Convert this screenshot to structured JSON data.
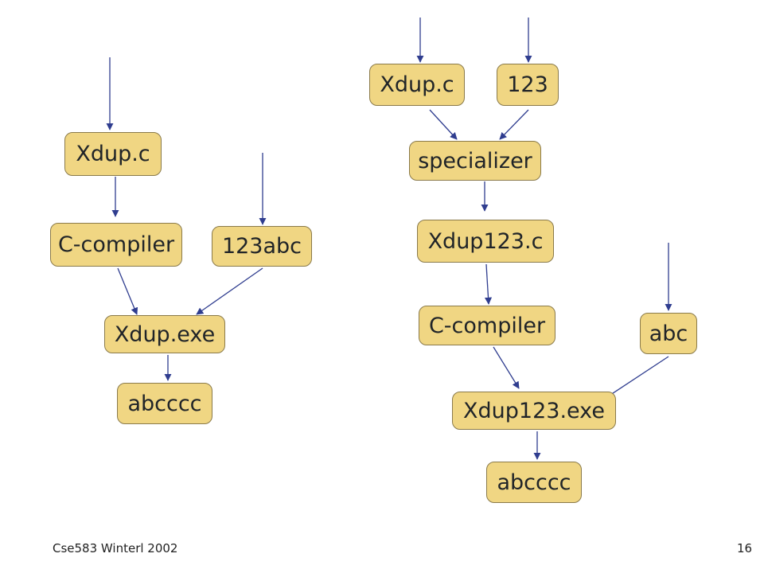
{
  "colors": {
    "node_fill": "#f0d683",
    "node_border": "#8a7a4a",
    "edge": "#2f3d8f",
    "text": "#202428"
  },
  "left_flow": {
    "source": "Xdup.c",
    "compiler": "C-compiler",
    "input": "123abc",
    "executable": "Xdup.exe",
    "output": "abcccc"
  },
  "right_flow": {
    "source": "Xdup.c",
    "static_input": "123",
    "specializer": "specializer",
    "specialized_source": "Xdup123.c",
    "compiler": "C-compiler",
    "input": "abc",
    "executable": "Xdup123.exe",
    "output": "abcccc"
  },
  "footer": {
    "course": "Cse583 Winterl 2002",
    "page_number": "16"
  }
}
